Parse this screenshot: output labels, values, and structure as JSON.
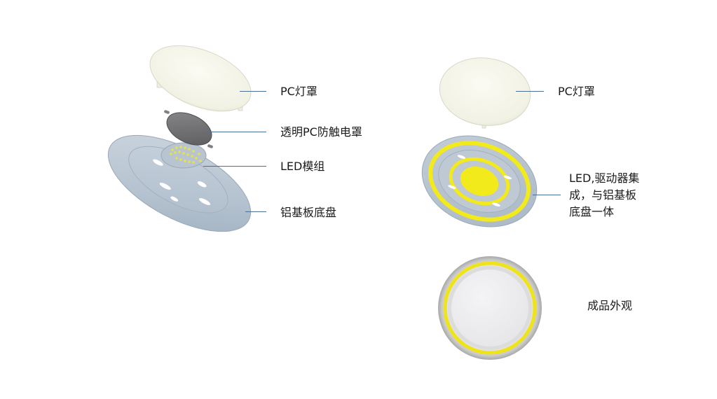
{
  "diagram": {
    "left_exploded_view": {
      "components": [
        {
          "id": "pc-cover",
          "label": "PC灯罩"
        },
        {
          "id": "transparent-pc-shield",
          "label": "透明PC防触电罩"
        },
        {
          "id": "led-module",
          "label": "LED模组"
        },
        {
          "id": "aluminum-base",
          "label": "铝基板底盘"
        }
      ]
    },
    "right_exploded_view": {
      "components": [
        {
          "id": "pc-cover",
          "label": "PC灯罩"
        },
        {
          "id": "integrated-base",
          "label_lines": [
            "LED,驱动器集",
            "成，与铝基板",
            "底盘一体"
          ]
        }
      ]
    },
    "finished_product": {
      "label": "成品外观"
    },
    "colors": {
      "leader_line": "#4a6f94",
      "led_yellow": "#f2ea1a",
      "base_gray_blue": "#b9c6d3",
      "cover_white": "#f6f6ec",
      "shield_gray": "#6e6e70"
    }
  }
}
